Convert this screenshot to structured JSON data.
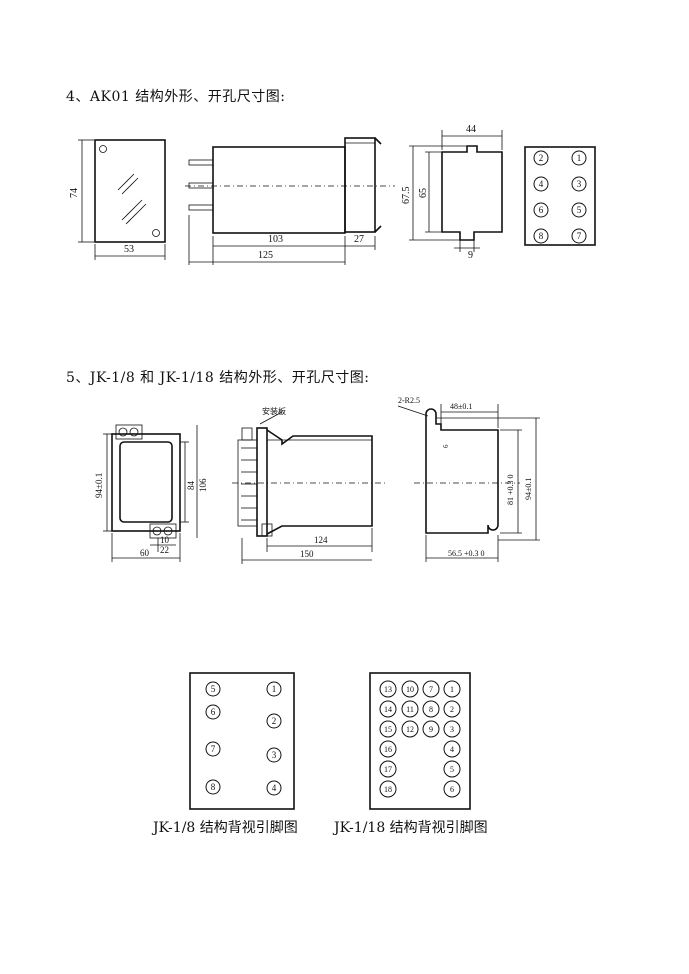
{
  "section4": {
    "heading": "4、AK01 结构外形、开孔尺寸图:",
    "dims": {
      "front_height": "74",
      "front_width": "53",
      "side_body": "103",
      "side_total": "125",
      "side_flange": "27",
      "cutout_width": "44",
      "cutout_height_outer": "67.5",
      "cutout_height_inner": "65",
      "cutout_tab": "9"
    },
    "pins": [
      "2",
      "1",
      "4",
      "3",
      "6",
      "5",
      "8",
      "7"
    ]
  },
  "section5": {
    "heading": "5、JK-1/8 和 JK-1/18 结构外形、开孔尺寸图:",
    "dims": {
      "front_height": "94±0.1",
      "front_inner_a": "84",
      "front_inner_b": "106",
      "front_width": "60",
      "front_tab_a": "10",
      "front_tab_b": "22",
      "side_label": "安装板",
      "side_body": "124",
      "side_total": "150",
      "cut_hole": "2-R2.5",
      "cut_width": "48±0.1",
      "cut_small": "6",
      "cut_height_inner": "81 +0.3 0",
      "cut_height_outer": "94±0.1",
      "cut_bottom": "56.5 +0.3 0"
    },
    "jk18_pins": [
      "13",
      "10",
      "7",
      "1",
      "14",
      "11",
      "8",
      "2",
      "15",
      "12",
      "9",
      "3",
      "16",
      "4",
      "17",
      "5",
      "18",
      "6"
    ],
    "jk8_pins": [
      "5",
      "1",
      "6",
      "2",
      "7",
      "3",
      "8",
      "4"
    ],
    "caption_jk8": "JK-1/8 结构背视引脚图",
    "caption_jk18": "JK-1/18 结构背视引脚图"
  }
}
